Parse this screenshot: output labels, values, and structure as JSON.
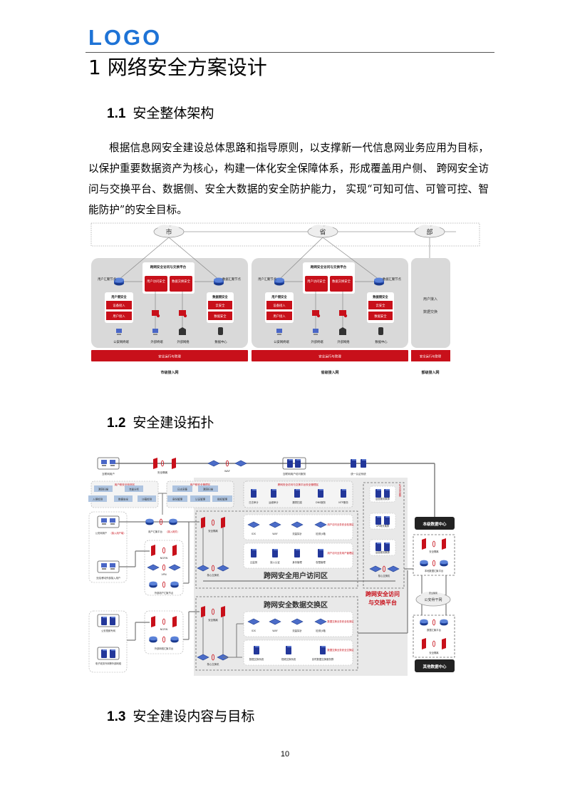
{
  "header": {
    "logo": "LOGO"
  },
  "chapter": {
    "title": "1  网络安全方案设计"
  },
  "s11": {
    "num": "1.1",
    "title": "安全整体架构",
    "paragraph": "根据信息网安全建设总体思路和指导原则，以支撑新一代信息网业务应用为目标，以保护重要数据资产为核心，构建一体化安全保障体系，形成覆盖用户侧、 跨网安全访问与交换平台、数据侧、安全大数据的安全防护能力， 实现“可知可信、可管可控、智能防护”的安全目标。"
  },
  "fig1": {
    "clouds": [
      "市",
      "省",
      "部"
    ],
    "platform": "跨网安全访问与交换平台",
    "user_node": "用户汇聚节点",
    "data_node": "数据汇聚节点",
    "user_access_sec": "用户访问安全",
    "data_exchange_sec": "数据交换安全",
    "user_side": "用户侧安全",
    "device_access": "设备接入",
    "user_access": "用户接入",
    "data_side": "数据侧安全",
    "cloud_sec": "云安全",
    "data_sec": "数据安全",
    "terminals": [
      "公安网终端",
      "外部终端",
      "外部网络",
      "数据中心"
    ],
    "ops": "安全运行与管理",
    "ministry_items": [
      "用户接入",
      "数据交换"
    ],
    "nets": [
      "市级接入网",
      "省级接入网",
      "部级接入网"
    ]
  },
  "s12": {
    "num": "1.2",
    "title": "安全建设拓扑"
  },
  "fig2": {
    "internet_user": "互联网用户",
    "sec_isolation": "安全隔离",
    "waf": "WAF",
    "internet_access_service": "互联网用户访问服务",
    "auth_system": "统一认证系统",
    "user_detect_zone": "用户侧安全检测区",
    "user_detect_items": [
      "漏洞扫描",
      "流量分析",
      "入侵检测",
      "数据安全",
      "沙箱检测"
    ],
    "user_mgmt_zone": "用户侧安全管理区",
    "user_mgmt_items": [
      "日志采集",
      "漏洞扫描",
      "身份管理",
      "认证管理",
      "授权管理"
    ],
    "platform_mgmt_zone": "跨网安全访问与交换平台安全管理区",
    "platform_mgmt_items": [
      "日志审计",
      "运维审计",
      "漏洞扫描",
      "DNS服务",
      "NTP服务"
    ],
    "detect_items": [
      "IDS",
      "WAF",
      "流量探针",
      "检测沙箱"
    ],
    "ua_detect_zone": "用户访问业务安全检测区",
    "ua_mgmt_items": [
      "云监测",
      "接入认证",
      "身份管理",
      "权限管理"
    ],
    "ua_mgmt_zone": "用户访问业务用户管理区",
    "de_detect_zone": "数据交换业务安全检测区",
    "de_items": [
      "数据交换系统",
      "视频交换系统",
      "实时数据交换服务群"
    ],
    "de_exchange_zone": "数据交换业务安全交换区",
    "user_access_area": "跨网安全用户访问区",
    "data_exchange_area": "跨网安全数据交换区",
    "platform_title": [
      "跨网安全访问",
      "与交换平台"
    ],
    "clusters": [
      "运营服务集群",
      "API网关集群",
      "运营服务集群"
    ],
    "api_ctrl": "API访问控制",
    "core_switch": "核心交换机",
    "police_user": "公安网用户",
    "police_user_note": "（接入用户端）",
    "user_gateway": "用户汇聚平台",
    "user_gateway_note": "（接入网关）",
    "external_user": "无线/移动外部接入用户",
    "ngfw": "NGFW",
    "vpn": "VPN",
    "external_user_node": "外部用户汇聚节点",
    "video_net": "公安视频专网",
    "gov_net": "电子政务外网等外部网络",
    "external_net_gateway": "外部网络汇聚平台",
    "local_dc": "本级数据中心",
    "local_gateway": "本地数据汇聚平台",
    "backbone": "公安骨干网",
    "data_gateway": "数据汇聚平台",
    "other_dc": "其他数据中心"
  },
  "s13": {
    "num": "1.3",
    "title": "安全建设内容与目标"
  },
  "footer": {
    "page": "10"
  },
  "colors": {
    "logo": "#1e73d6",
    "red": "#c8101a",
    "panel": "#d9d9d9"
  }
}
